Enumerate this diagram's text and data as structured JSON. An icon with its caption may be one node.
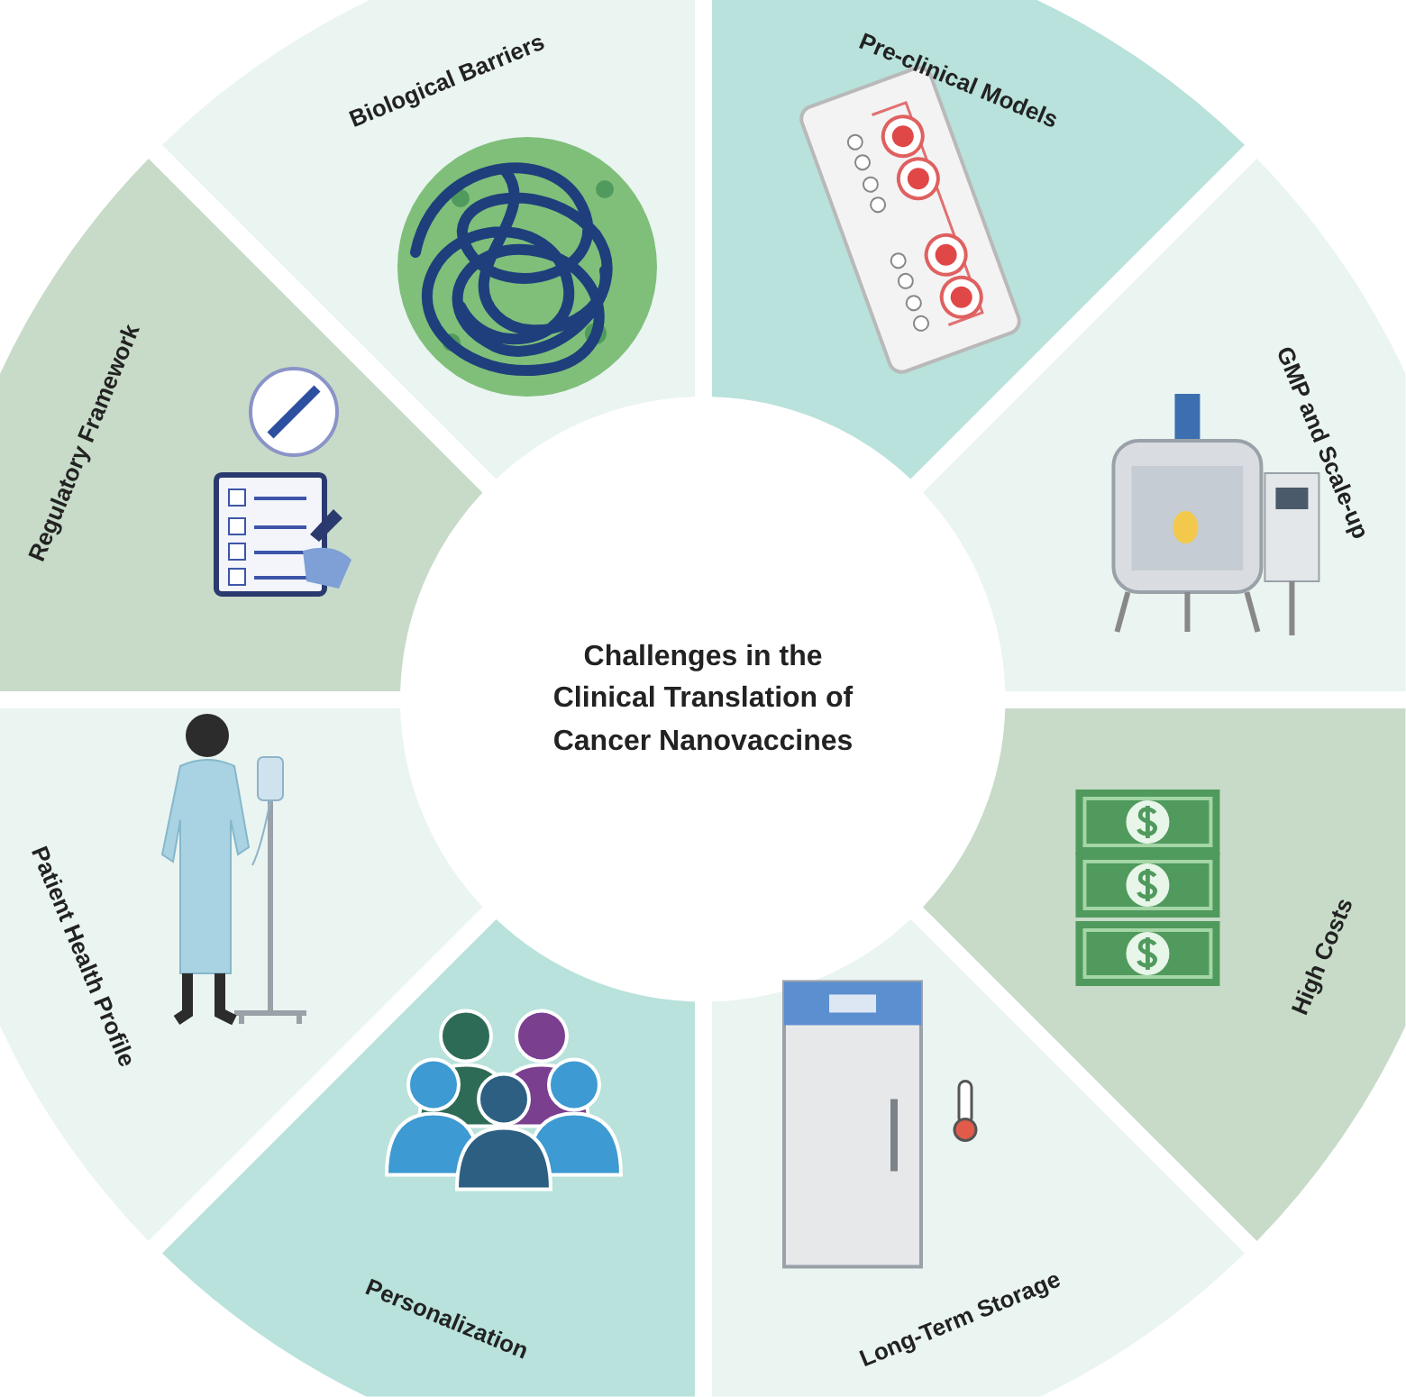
{
  "diagram": {
    "nodes": [
      {
        "text": [
          "Challenges in the Clinical Translation of Cancer Nanovaccines"
        ]
      },
      {
        "text": [
          "Pre-clinical Models"
        ]
      },
      {
        "text": [
          "GMP and Scale-up"
        ]
      },
      {
        "text": [
          "High Costs"
        ]
      },
      {
        "text": [
          "Long-Term Storage"
        ]
      },
      {
        "text": [
          "Personalization"
        ]
      },
      {
        "text": [
          "Patient Health Profile"
        ]
      },
      {
        "text": [
          "Regulatory Framework"
        ]
      },
      {
        "text": [
          "Biological Barriers"
        ]
      }
    ]
  }
}
